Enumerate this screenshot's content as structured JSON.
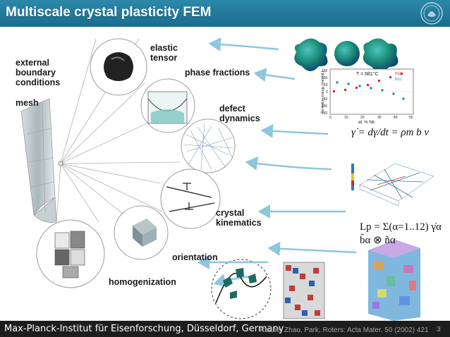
{
  "header": {
    "title": "Multiscale crystal plasticity FEM"
  },
  "footer": {
    "institute": "Max-Planck-Institut für Eisenforschung, Düsseldorf, Germany",
    "citation": "Raabe, Zhao, Park, Roters: Acta Mater. 50 (2002) 421",
    "page": "3"
  },
  "labels": {
    "external_boundary": [
      "external",
      "boundary",
      "conditions"
    ],
    "mesh": "mesh",
    "elastic_tensor": [
      "elastic",
      "tensor"
    ],
    "phase_fractions": "phase fractions",
    "defect_dynamics": [
      "defect",
      "dynamics"
    ],
    "crystal_kinematics": [
      "crystal",
      "kinematics"
    ],
    "orientation": "orientation",
    "homogenization": "homogenization"
  },
  "plot": {
    "annotation": "T = 881°C",
    "legend": [
      "hcp",
      "bcc"
    ],
    "xlabel": "at. % Nb",
    "ylabel": "formation energy (meV/at.)",
    "xticks": [
      "0",
      "10",
      "20",
      "30",
      "40",
      "50"
    ],
    "yticks": [
      "150",
      "100",
      "50",
      "0",
      "-50",
      "-100",
      "-150"
    ],
    "colors": {
      "hcp": "#d9262a",
      "bcc": "#1f8fd3"
    }
  },
  "formulas": {
    "orowan": "γ̇ = dγ/dt = ρm b v",
    "velocity_gradient": "Lp = Σ(α=1..12) γ̇α b̃α ⊗ ñα"
  }
}
